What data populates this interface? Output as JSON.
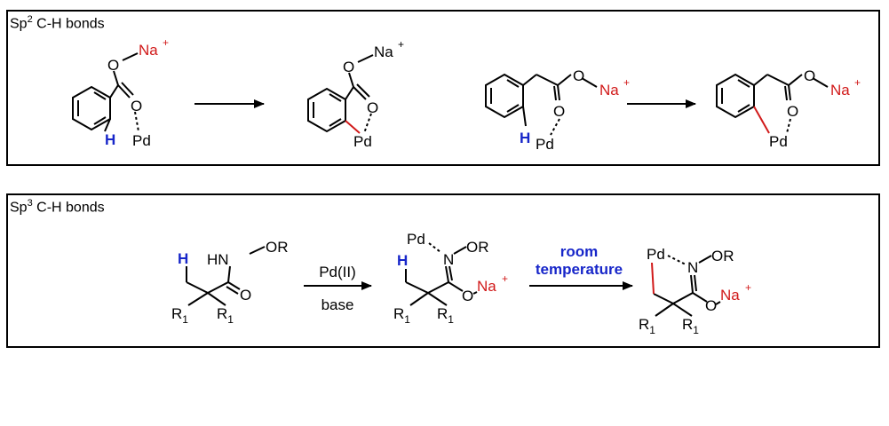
{
  "panels": {
    "sp2": {
      "title_main": "Sp",
      "title_sup": "2",
      "title_rest": " C-H bonds"
    },
    "sp3": {
      "title_main": "Sp",
      "title_sup": "3",
      "title_rest": " C-H bonds"
    }
  },
  "atoms": {
    "O": "O",
    "Na": "Na",
    "plus": "+",
    "Pd": "Pd",
    "H": "H",
    "HN": "HN",
    "OR": "OR",
    "N": "N",
    "R": "R",
    "sub1": "1"
  },
  "arrows": {
    "sp3_arrow1_above": "Pd(II)",
    "sp3_arrow1_below": "base",
    "sp3_arrow2_line1": "room",
    "sp3_arrow2_line2": "temperature"
  },
  "colors": {
    "highlight_red": "#d11a1a",
    "highlight_blue": "#1726c9",
    "line": "#000000"
  }
}
